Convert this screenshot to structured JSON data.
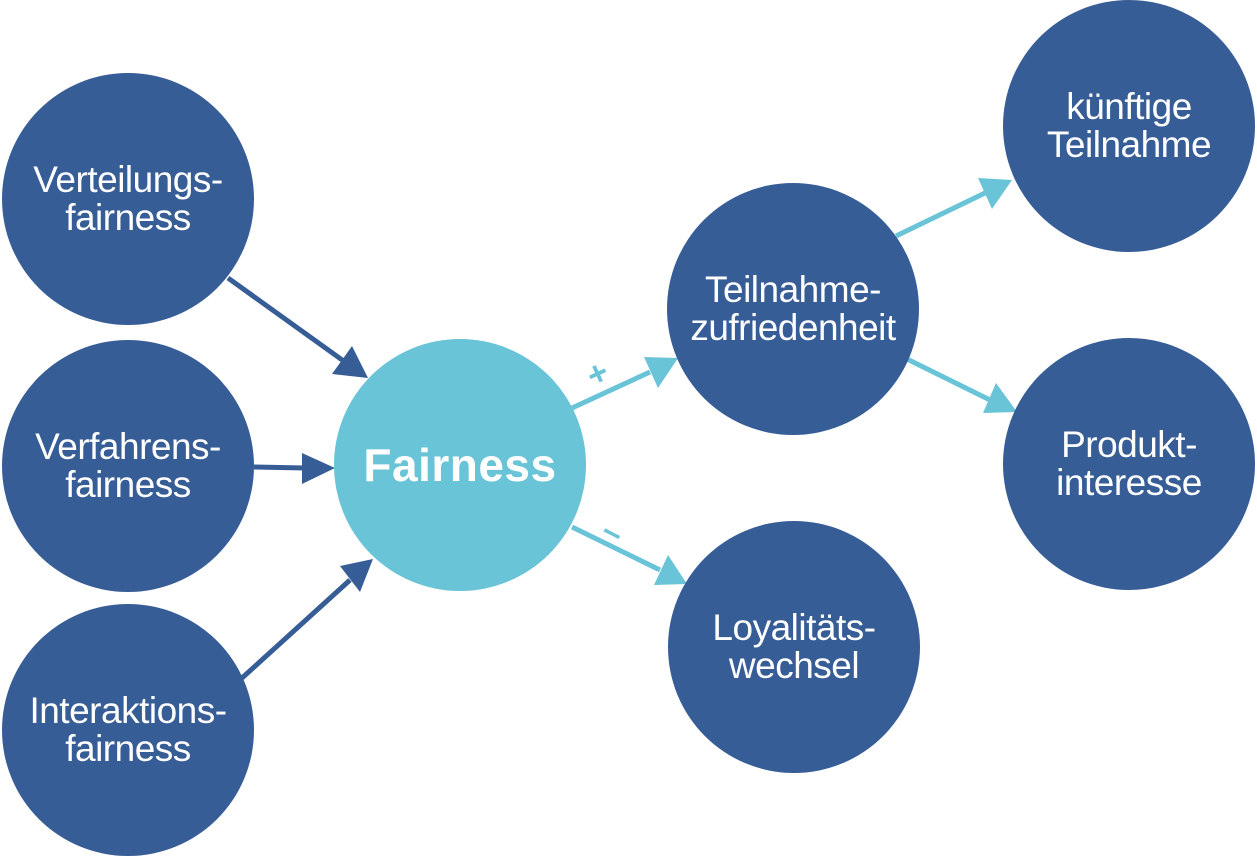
{
  "diagram": {
    "title": "Fairness",
    "colors": {
      "input_node": "#375d97",
      "center_node": "#69c4d7",
      "input_arrow": "#375d97",
      "output_arrow": "#69c4d7",
      "text": "#ffffff"
    },
    "nodes": {
      "verteilung": {
        "line1": "Verteilungs-",
        "line2": "fairness"
      },
      "verfahren": {
        "line1": "Verfahrens-",
        "line2": "fairness"
      },
      "interaktion": {
        "line1": "Interaktions-",
        "line2": "fairness"
      },
      "fairness": {
        "label": "Fairness"
      },
      "teilnahme": {
        "line1": "Teilnahme-",
        "line2": "zufriedenheit"
      },
      "loyalitaet": {
        "line1": "Loyalitäts-",
        "line2": "wechsel"
      },
      "kuenftig": {
        "line1": "künftige",
        "line2": "Teilnahme"
      },
      "produkt": {
        "line1": "Produkt-",
        "line2": "interesse"
      }
    },
    "edges": [
      {
        "from": "Verteilungsfairness",
        "to": "Fairness",
        "sign": ""
      },
      {
        "from": "Verfahrensfairness",
        "to": "Fairness",
        "sign": ""
      },
      {
        "from": "Interaktionsfairness",
        "to": "Fairness",
        "sign": ""
      },
      {
        "from": "Fairness",
        "to": "Teilnahmezufriedenheit",
        "sign": "+"
      },
      {
        "from": "Fairness",
        "to": "Loyalitätswechsel",
        "sign": "–"
      },
      {
        "from": "Teilnahmezufriedenheit",
        "to": "künftige Teilnahme",
        "sign": ""
      },
      {
        "from": "Teilnahmezufriedenheit",
        "to": "Produktinteresse",
        "sign": ""
      }
    ],
    "signs": {
      "plus": "+",
      "minus": "–"
    }
  }
}
